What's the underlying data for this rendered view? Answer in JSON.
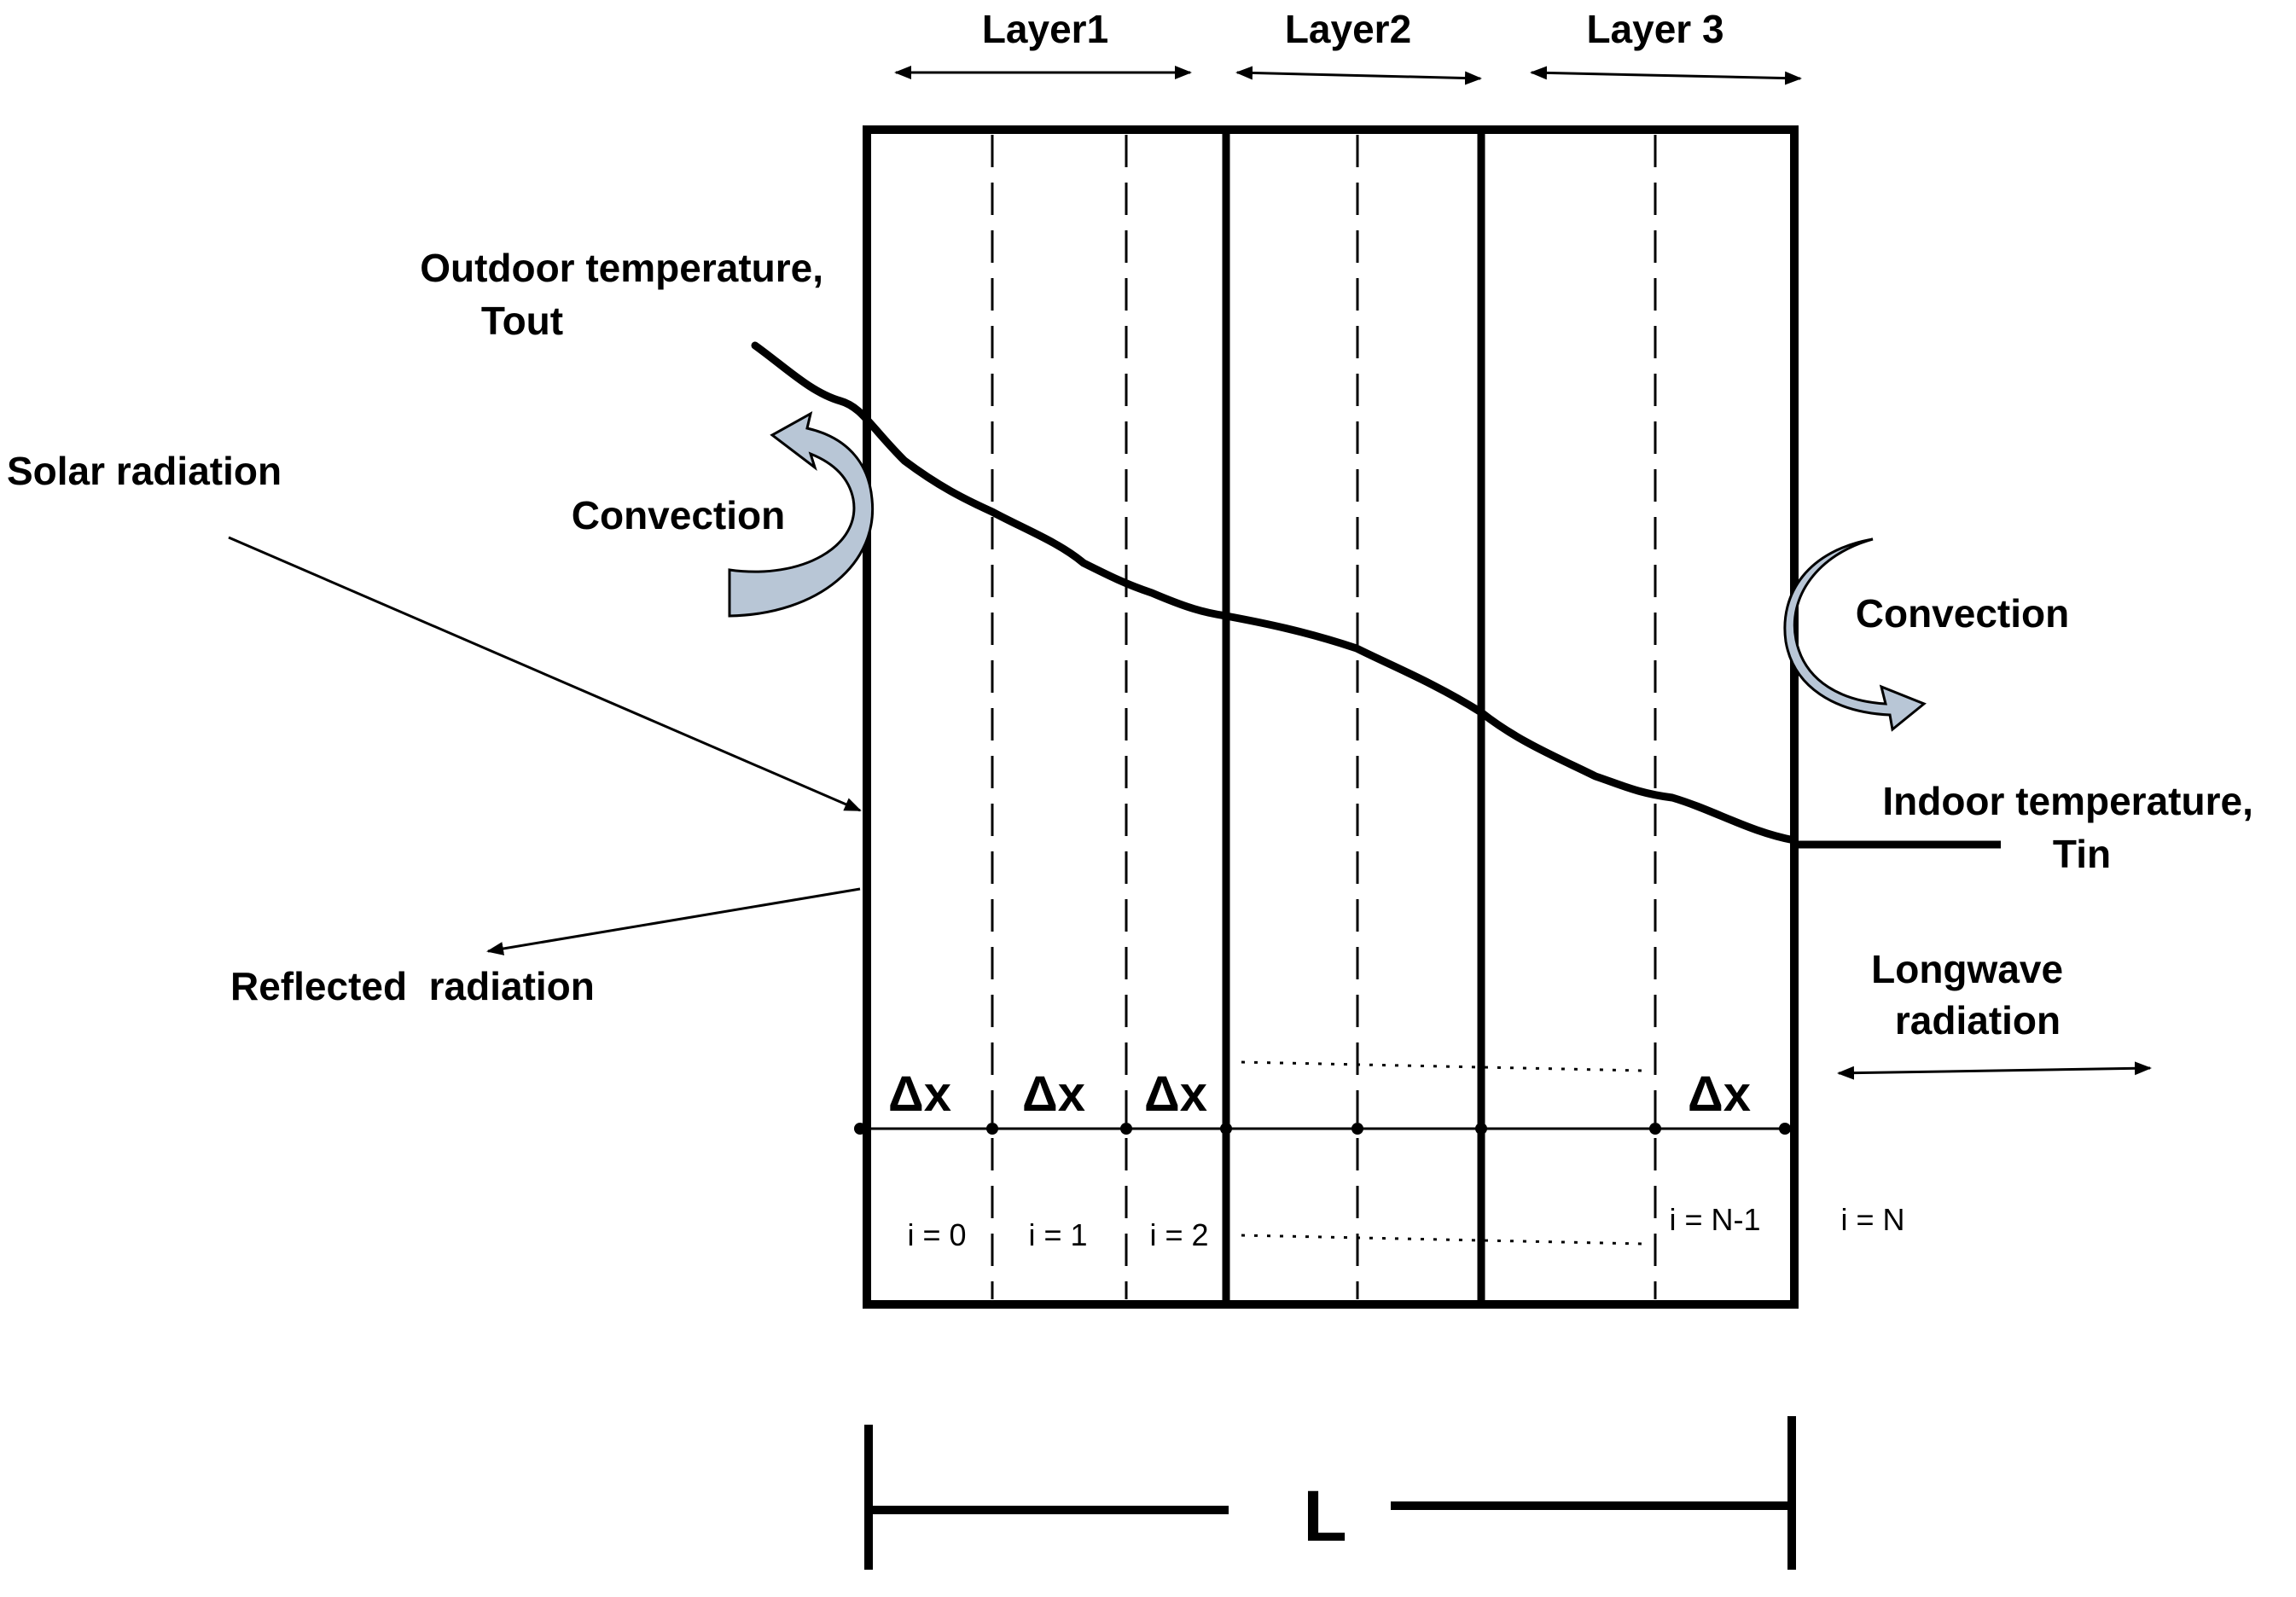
{
  "layers": [
    "Layer1",
    "Layer2",
    "Layer 3"
  ],
  "outdoor": {
    "line1": "Outdoor temperature,",
    "line2": "Tout"
  },
  "indoor": {
    "line1": "Indoor temperature,",
    "line2": "Tin"
  },
  "solar": "Solar radiation",
  "reflected": "Reflected  radiation",
  "convection_left": "Convection",
  "convection_right": "Convection",
  "longwave": {
    "line1": "Longwave",
    "line2": "radiation"
  },
  "dx_label": "Δx",
  "nodes": [
    "i = 0",
    "i = 1",
    "i = 2",
    "i = N-1",
    "i = N"
  ],
  "length_label": "L",
  "colors": {
    "ink": "#000000",
    "arrow_fill_light": "#cfe2f3",
    "arrow_fill_dark": "#8c9bab"
  }
}
